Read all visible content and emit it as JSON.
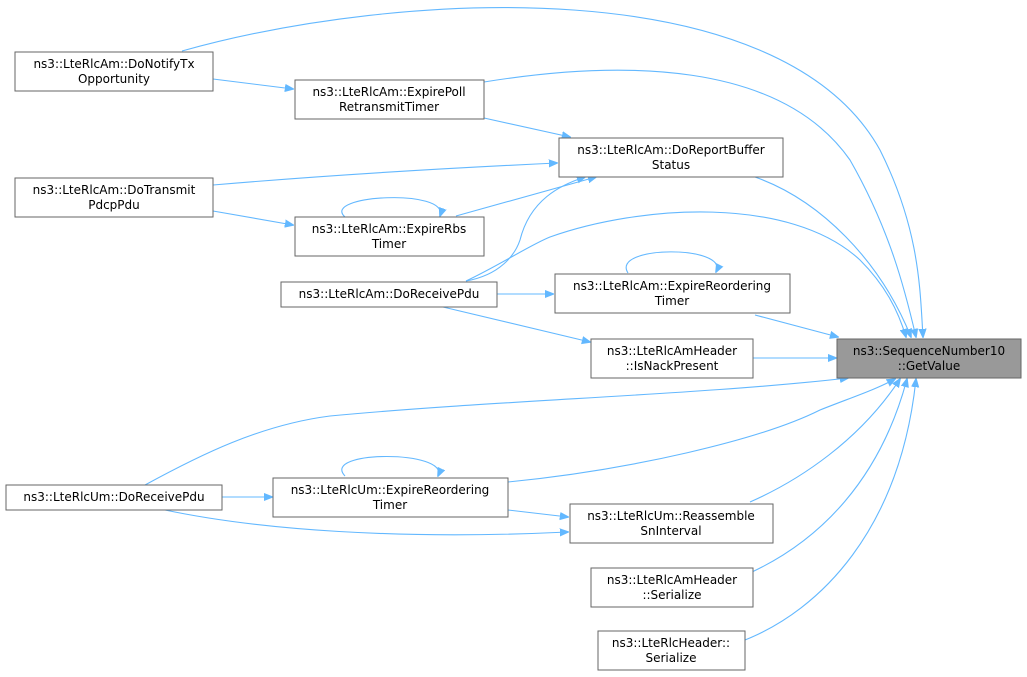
{
  "colors": {
    "edge": "#63b8ff",
    "node_border": "#666666",
    "target_fill": "#999999",
    "node_fill": "#ffffff"
  },
  "nodes": {
    "target": {
      "line1": "ns3::SequenceNumber10",
      "line2": "::GetValue"
    },
    "am_donotifytx": {
      "line1": "ns3::LteRlcAm::DoNotifyTx",
      "line2": "Opportunity"
    },
    "am_expirepoll": {
      "line1": "ns3::LteRlcAm::ExpirePoll",
      "line2": "RetransmitTimer"
    },
    "am_doreportbuffer": {
      "line1": "ns3::LteRlcAm::DoReportBuffer",
      "line2": "Status"
    },
    "am_dotransmit": {
      "line1": "ns3::LteRlcAm::DoTransmit",
      "line2": "PdcpPdu"
    },
    "am_expirerbs": {
      "line1": "ns3::LteRlcAm::ExpireRbs",
      "line2": "Timer"
    },
    "am_doreceive": {
      "line1": "ns3::LteRlcAm::DoReceivePdu"
    },
    "am_expirereorder": {
      "line1": "ns3::LteRlcAm::ExpireReordering",
      "line2": "Timer"
    },
    "amhdr_isnack": {
      "line1": "ns3::LteRlcAmHeader",
      "line2": "::IsNackPresent"
    },
    "um_doreceive": {
      "line1": "ns3::LteRlcUm::DoReceivePdu"
    },
    "um_expirereorder": {
      "line1": "ns3::LteRlcUm::ExpireReordering",
      "line2": "Timer"
    },
    "um_reassemble": {
      "line1": "ns3::LteRlcUm::Reassemble",
      "line2": "SnInterval"
    },
    "amhdr_serialize": {
      "line1": "ns3::LteRlcAmHeader",
      "line2": "::Serialize"
    },
    "hdr_serialize": {
      "line1": "ns3::LteRlcHeader::",
      "line2": "Serialize"
    }
  }
}
